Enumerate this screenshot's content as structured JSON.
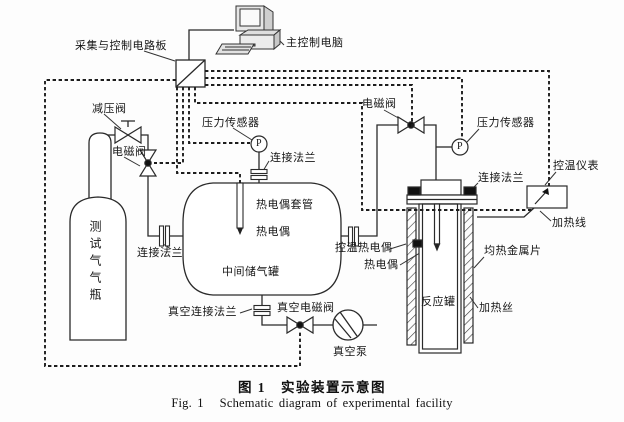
{
  "figure": {
    "caption_zh": "图 1　实验装置示意图",
    "caption_en": "Fig. 1   Schematic diagram of experimental facility"
  },
  "labels": {
    "board": "采集与控制电路板",
    "computer": "主控制电脑",
    "pressure_reducing_valve": "减压阀",
    "solenoid_valve_left": "电磁阀",
    "pressure_sensor_left": "压力传感器",
    "flange_top": "连接法兰",
    "thermocouple_sleeve": "热电偶套管",
    "thermocouple_tank": "热电偶",
    "gas_cylinder": "测试气气瓶",
    "flange_left": "连接法兰",
    "buffer_tank": "中间储气罐",
    "control_thermocouple": "控温热电偶",
    "thermocouple_vessel": "热电偶",
    "solenoid_valve_top": "电磁阀",
    "pressure_sensor_right": "压力传感器",
    "flange_vessel": "连接法兰",
    "temp_controller": "控温仪表",
    "heating_line": "加热线",
    "heat_spreader": "均热金属片",
    "reaction_vessel": "反应罐",
    "heating_wire": "加热丝",
    "vacuum_flange": "真空连接法兰",
    "vacuum_solenoid_valve": "真空电磁阀",
    "vacuum_pump": "真空泵",
    "sensor_symbol": "P"
  },
  "colors": {
    "line": "#2a2a2a",
    "dashed_control_line": "#1d1d1d",
    "background": "#fdfdfd",
    "fill_black": "#111111"
  }
}
